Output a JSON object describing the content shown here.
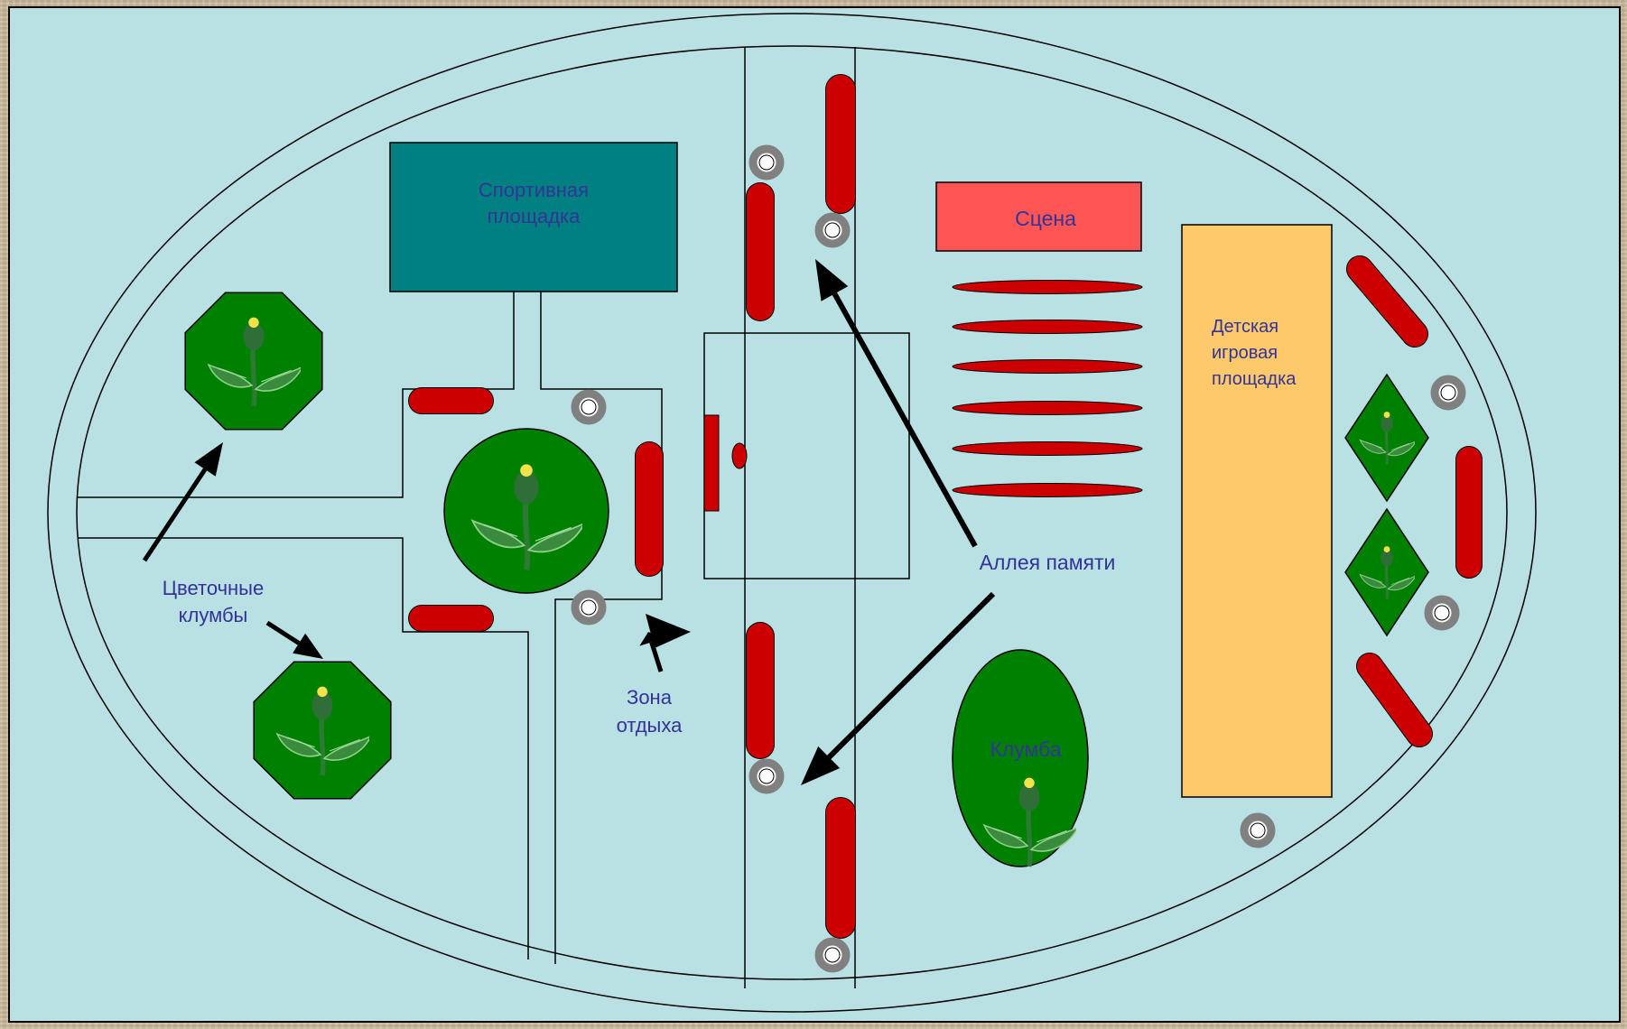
{
  "labels": {
    "sports_ground": [
      "Спортивная",
      "площадка"
    ],
    "stage": "Сцена",
    "playground": [
      "Детская",
      "игровая",
      "площадка"
    ],
    "memory_alley": "Аллея памяти",
    "flower_beds": [
      "Цветочные",
      "клумбы"
    ],
    "rest_zone": [
      "Зона",
      "отдыха"
    ],
    "flowerbed": "Клумба"
  },
  "colors": {
    "background": "#b9e0e2",
    "sports_ground": "#008080",
    "stage": "#ff5555",
    "playground": "#fdc96a",
    "bench": "#cc0000",
    "flowerbed": "#008000",
    "lamp": "#808080",
    "label_text": "#333399",
    "arrow": "#000000"
  },
  "icons": {
    "flowerbed": "flower-icon",
    "lamp": "lamp-icon",
    "bench": "bench-shape"
  }
}
